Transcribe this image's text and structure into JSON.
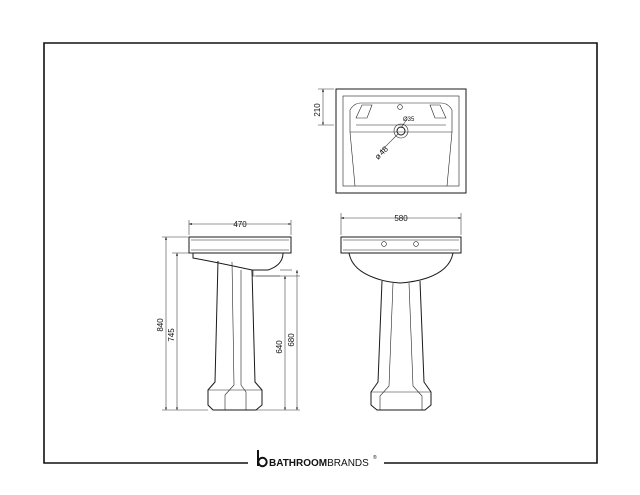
{
  "brand": {
    "name_bold": "BATHROOM",
    "name_light": "BRANDS",
    "registered_mark": "®"
  },
  "dimensions": {
    "top_depth": "210",
    "tap_hole": "Ø35",
    "waste_diameter": "48",
    "side_width": "470",
    "front_width": "580",
    "height_total": "840",
    "height_rim": "745",
    "height_pedestal": "640",
    "height_basin_bottom": "680"
  },
  "symbols": {
    "diameter": "ø"
  }
}
